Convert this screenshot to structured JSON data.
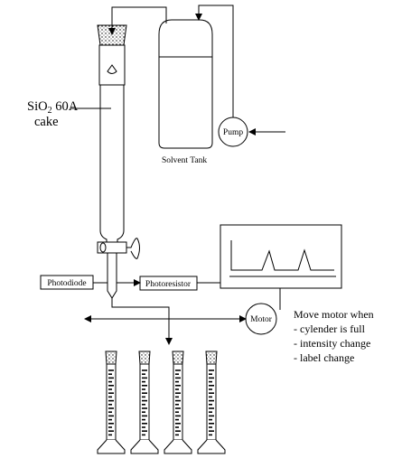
{
  "labels": {
    "cake_line1_base": "SiO",
    "cake_line1_sub": "2",
    "cake_line1_rest": " 60A",
    "cake_line2": "cake",
    "solvent_tank": "Solvent Tank",
    "pump": "Pump",
    "photodiode": "Photodiode",
    "photoresistor": "Photoresistor",
    "motor": "Motor"
  },
  "instructions": [
    "Move motor when",
    "- cylender is full",
    "- intensity change",
    "- label change"
  ],
  "cylinder_count": 4
}
